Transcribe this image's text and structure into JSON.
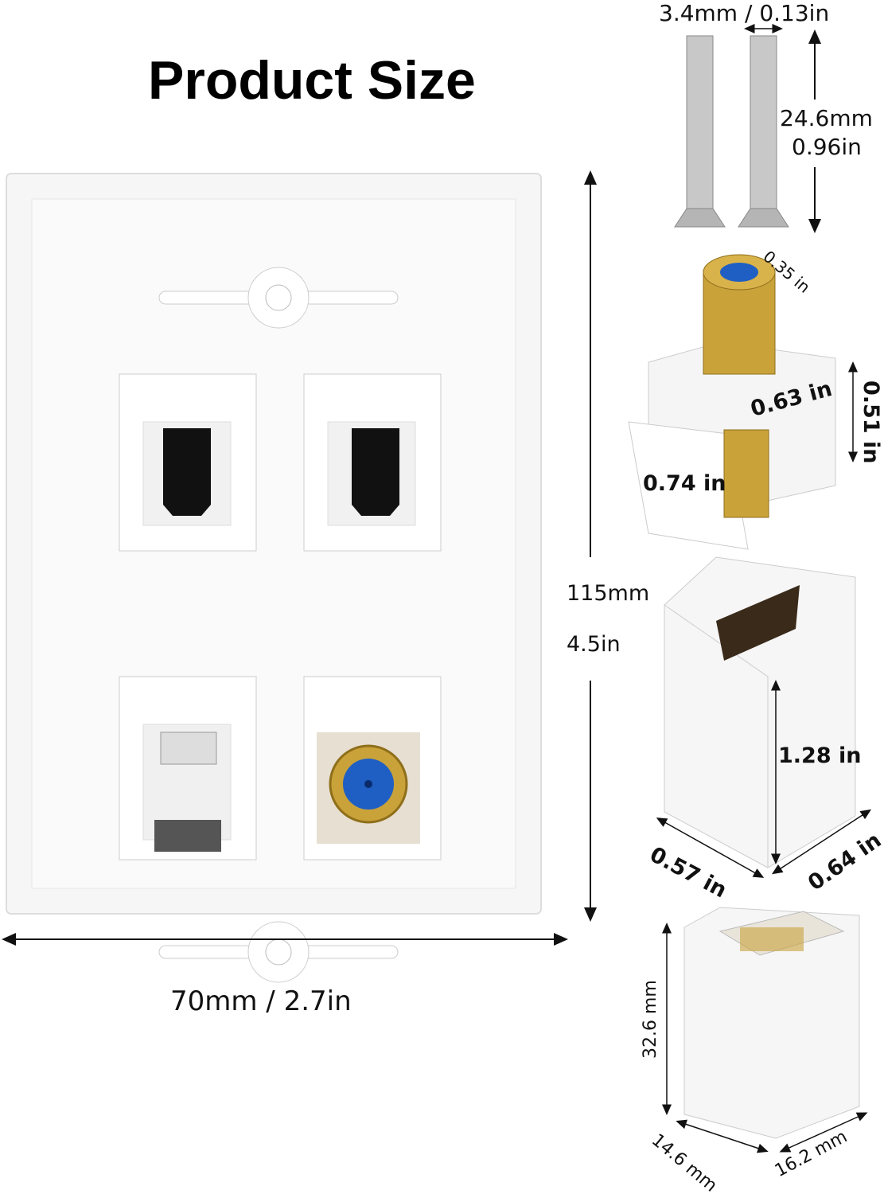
{
  "title": "Product Size",
  "wall_plate": {
    "height_mm": "115mm",
    "height_in": "4.5in",
    "width": "70mm / 2.7in"
  },
  "screws": {
    "diameter": "3.4mm / 0.13in",
    "length_mm": "24.6mm",
    "length_in": "0.96in"
  },
  "coax_keystone": {
    "diameter": "0.35 in",
    "width": "0.63 in",
    "height": "0.51 in",
    "depth": "0.74 in"
  },
  "hdmi_keystone": {
    "length": "1.28 in",
    "width": "0.57 in",
    "depth": "0.64 in"
  },
  "ethernet_keystone": {
    "height": "32.6 mm",
    "width": "14.6 mm",
    "depth": "16.2 mm"
  },
  "colors": {
    "plate": "#f4f4f4",
    "gold": "#c9a23a",
    "blue": "#1f5fc4",
    "text": "#111111"
  }
}
